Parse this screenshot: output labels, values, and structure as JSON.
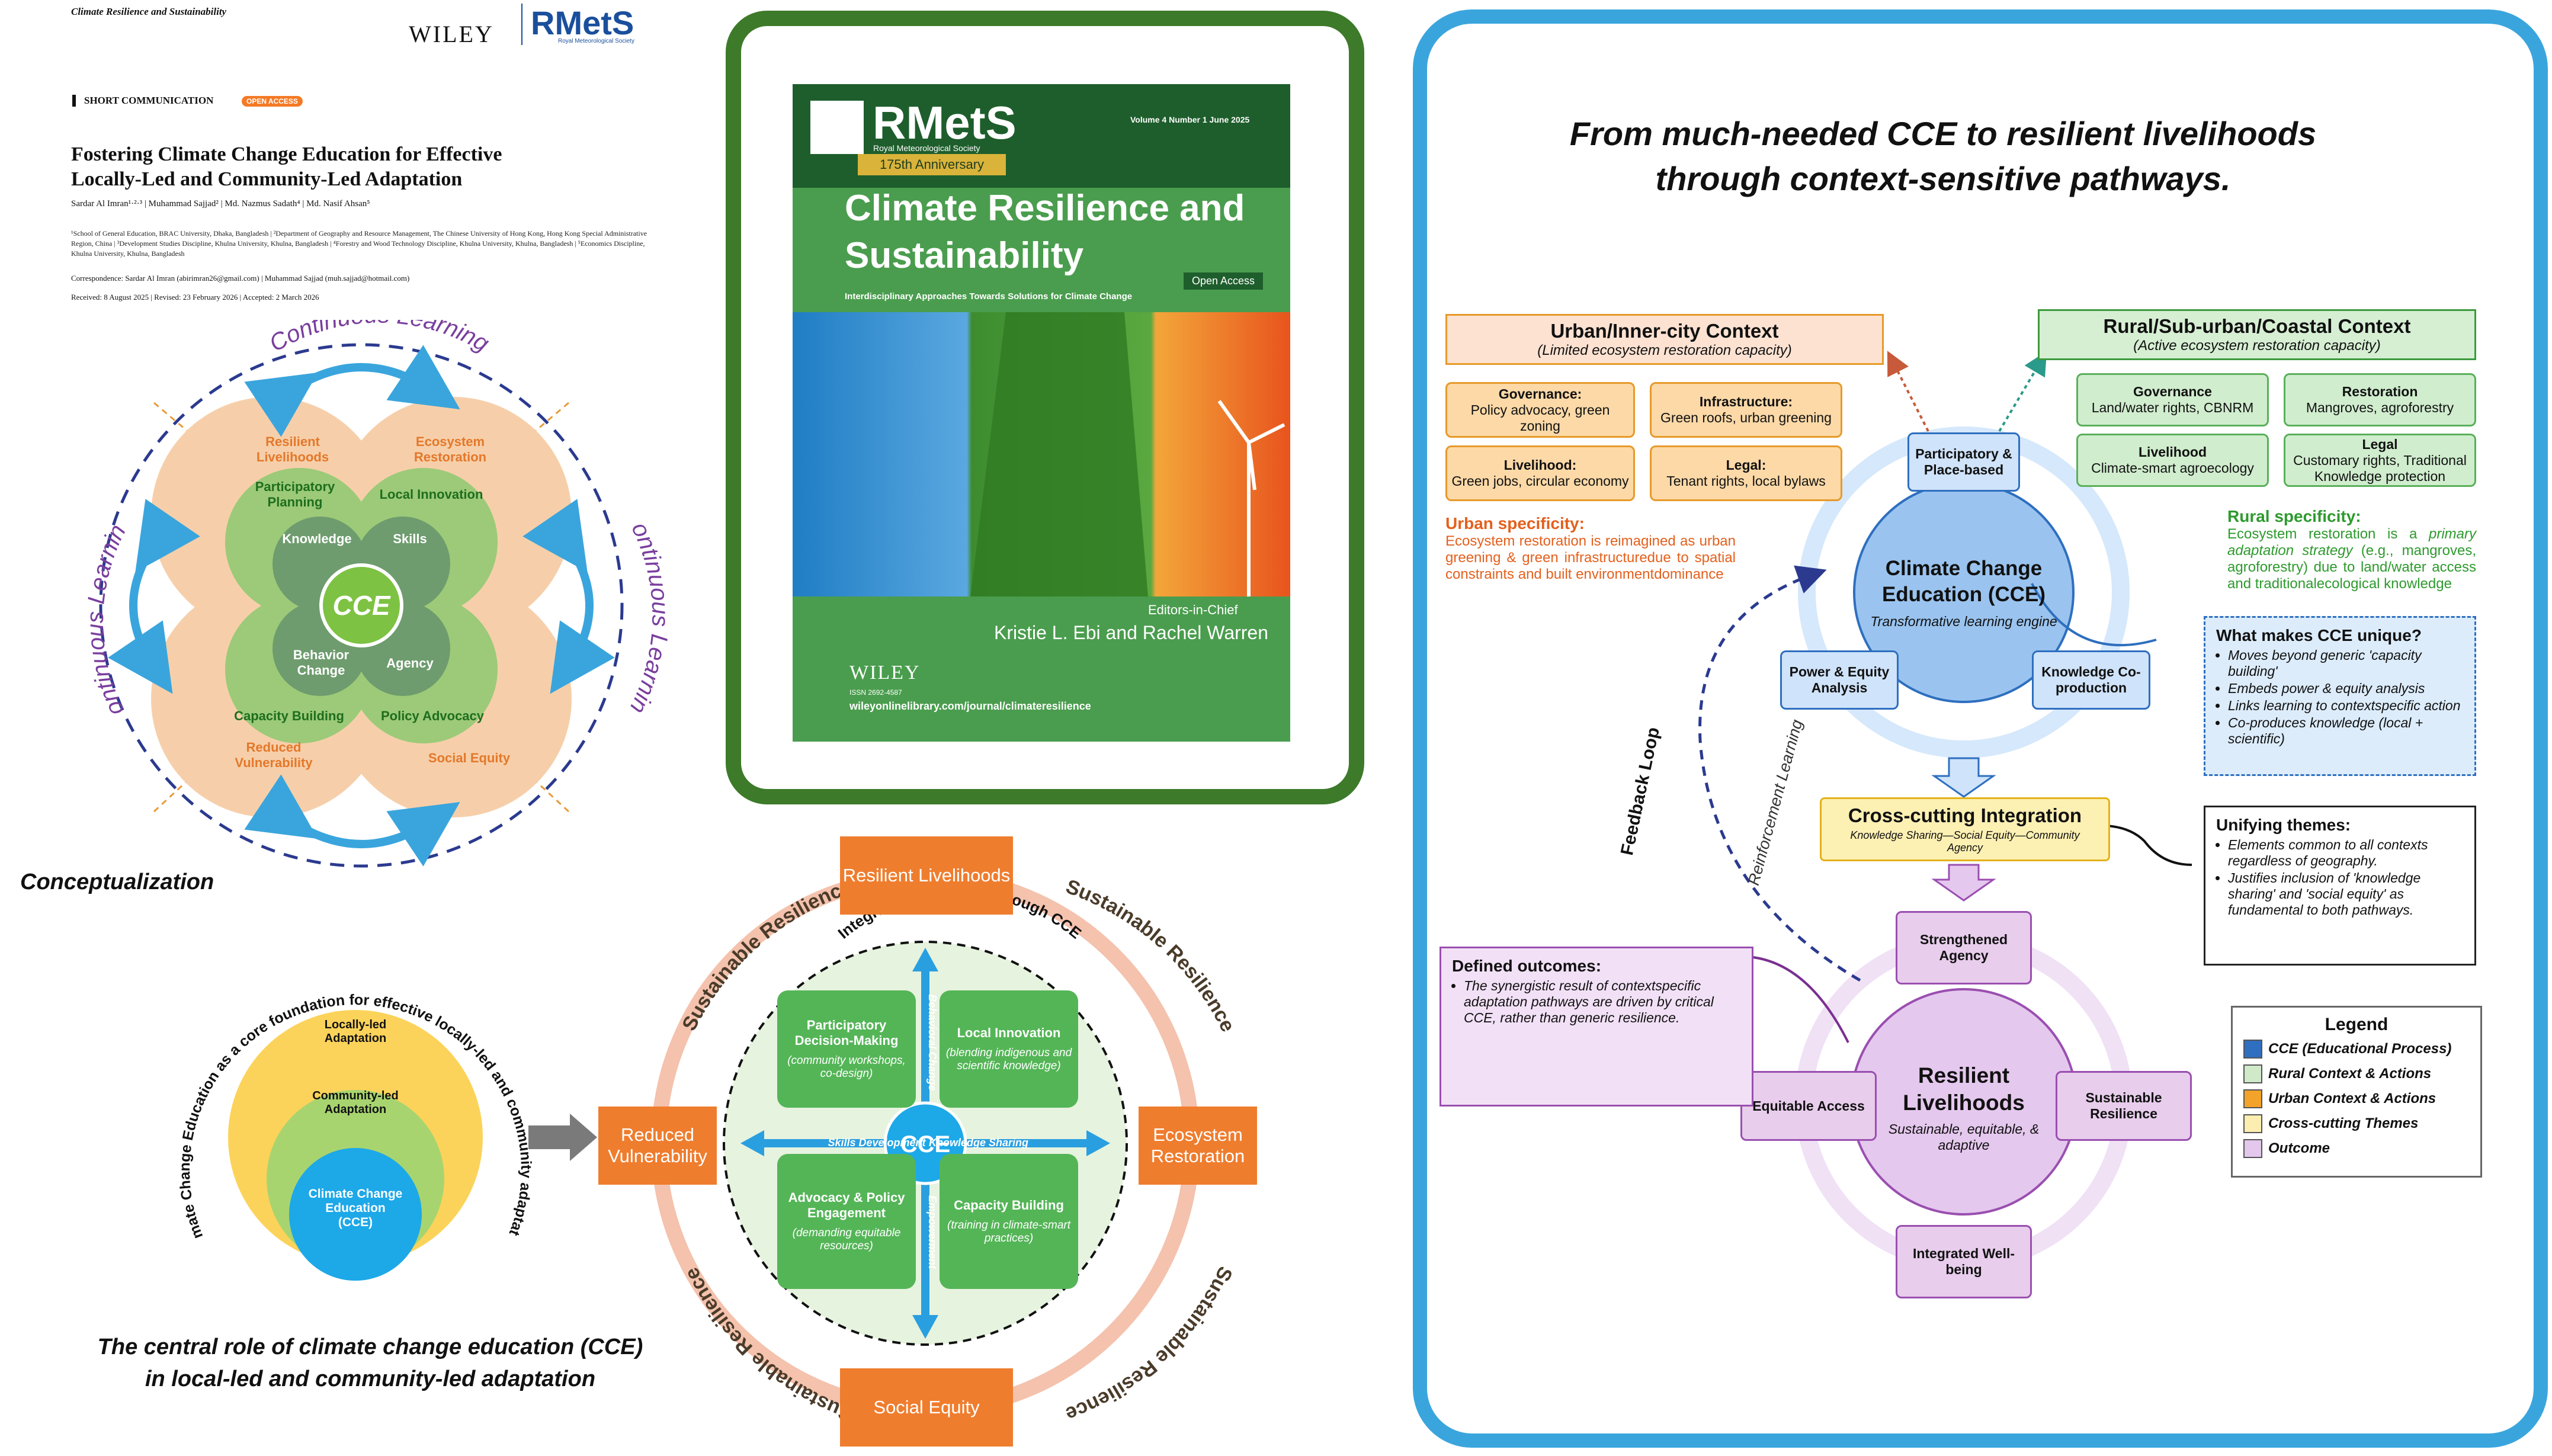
{
  "paper": {
    "journal": "Climate Resilience and Sustainability",
    "publisher": "WILEY",
    "society": "RMetS",
    "society_full": "Royal Meteorological Society",
    "section": "SHORT COMMUNICATION",
    "access": "OPEN ACCESS",
    "title_line1": "Fostering Climate Change Education for Effective",
    "title_line2": "Locally-Led and Community-Led Adaptation",
    "authors": "Sardar Al Imran¹·²·³  |  Muhammad Sajjad²  |  Md. Nazmus Sadath⁴  |  Md. Nasif Ahsan⁵",
    "affiliations": "¹School of General Education, BRAC University, Dhaka, Bangladesh | ²Department of Geography and Resource Management, The Chinese University of Hong Kong, Hong Kong Special Administrative Region, China | ³Development Studies Discipline, Khulna University, Khulna, Bangladesh | ⁴Forestry and Wood Technology Discipline, Khulna University, Khulna, Bangladesh | ⁵Economics Discipline, Khulna University, Khulna, Bangladesh",
    "correspondence": "Correspondence: Sardar Al Imran (abirimran26@gmail.com) | Muhammad Sajjad (muh.sajjad@hotmail.com)",
    "dates": "Received: 8 August 2025  |  Revised: 23 February 2026  |  Accepted: 2 March 2026"
  },
  "clover": {
    "outer_label": "Continuous Learning",
    "center": "CCE",
    "inner": [
      "Knowledge",
      "Skills",
      "Behavior Change",
      "Agency"
    ],
    "middle": [
      "Participatory Planning",
      "Local Innovation",
      "Capacity Building",
      "Policy Advocacy"
    ],
    "outer": [
      "Resilient Livelihoods",
      "Ecosystem Restoration",
      "Reduced Vulnerability",
      "Social Equity"
    ],
    "caption": "Conceptualization"
  },
  "nested": {
    "arc_text": "Climate Change Education as a core foundation for effective locally-led and community adaptation",
    "outer": "Locally-led Adaptation",
    "middle": "Community-led Adaptation",
    "inner": "Climate Change Education (CCE)",
    "caption": "The central role of climate change education (CCE) in local-led and community-led adaptation"
  },
  "cover": {
    "logo": "RMetS",
    "logo_sub": "Royal Meteorological Society",
    "anniversary": "175th Anniversary",
    "volume": "Volume 4   Number 1   June 2025",
    "title": "Climate Resilience and Sustainability",
    "open_access": "Open Access",
    "tagline": "Interdisciplinary Approaches Towards Solutions for Climate Change",
    "editors_label": "Editors-in-Chief",
    "editors": "Kristie L. Ebi and Rachel Warren",
    "publisher": "WILEY",
    "issn": "ISSN 2692-4587",
    "url": "wileyonlinelibrary.com/journal/climateresilience"
  },
  "wheel": {
    "top": "Resilient Livelihoods",
    "left": "Reduced Vulnerability",
    "right": "Ecosystem Restoration",
    "bottom": "Social Equity",
    "ring": "Sustainable Resilience",
    "inner_ring": "Integrating LLA/CLA Through CCE",
    "center": "CCE",
    "quads": [
      {
        "title": "Participatory Decision-Making",
        "sub": "(community workshops, co-design)"
      },
      {
        "title": "Local Innovation",
        "sub": "(blending indigenous and scientific knowledge)"
      },
      {
        "title": "Advocacy & Policy Engagement",
        "sub": "(demanding equitable resources)"
      },
      {
        "title": "Capacity Building",
        "sub": "(training in climate-smart practices)"
      }
    ],
    "axis": {
      "up": "Behavioral Change",
      "left": "Skills Development",
      "right": "Knowledge Sharing",
      "down": "Empowerment"
    }
  },
  "framework": {
    "title_line1": "From much-needed CCE to resilient livelihoods",
    "title_line2": "through context-sensitive pathways.",
    "urban": {
      "title": "Urban/Inner-city Context",
      "subtitle": "(Limited ecosystem restoration capacity)",
      "boxes": [
        {
          "h": "Governance:",
          "t": "Policy advocacy, green zoning"
        },
        {
          "h": "Infrastructure:",
          "t": "Green roofs, urban greening"
        },
        {
          "h": "Livelihood:",
          "t": "Green jobs, circular economy"
        },
        {
          "h": "Legal:",
          "t": "Tenant rights, local bylaws"
        }
      ],
      "spec_h": "Urban specificity:",
      "spec_t": "Ecosystem restoration is reimagined as urban greening & green infrastructuredue to spatial constraints and built environmentdominance"
    },
    "rural": {
      "title": "Rural/Sub-urban/Coastal Context",
      "subtitle": "(Active ecosystem restoration capacity)",
      "boxes": [
        {
          "h": "Governance",
          "t": "Land/water rights, CBNRM"
        },
        {
          "h": "Restoration",
          "t": "Mangroves, agroforestry"
        },
        {
          "h": "Livelihood",
          "t": "Climate-smart agroecology"
        },
        {
          "h": "Legal",
          "t": "Customary rights, Traditional Knowledge protection"
        }
      ],
      "spec_h": "Rural specificity:",
      "spec_t1": "Ecosystem restoration is a ",
      "spec_em": "primary adaptation strategy",
      "spec_t2": " (e.g., mangroves, agroforestry) due to land/water access and traditionalecological knowledge"
    },
    "cce": {
      "title": "Climate Change Education (CCE)",
      "sub": "Transformative learning engine",
      "nodes": [
        "Participatory & Place-based",
        "Power & Equity Analysis",
        "Knowledge Co-production"
      ]
    },
    "unique": {
      "title": "What makes CCE unique?",
      "items": [
        "Moves beyond generic 'capacity building'",
        "Embeds power & equity analysis",
        "Links learning to contextspecific action",
        "Co-produces knowledge (local + scientific)"
      ]
    },
    "cross": {
      "title": "Cross-cutting Integration",
      "sub": "Knowledge Sharing—Social Equity—Community Agency"
    },
    "unifying": {
      "title": "Unifying themes:",
      "items": [
        "Elements common to all contexts regardless of geography.",
        "Justifies inclusion of 'knowledge sharing' and 'social equity' as fundamental to both pathways."
      ]
    },
    "outcome": {
      "title": "Resilient Livelihoods",
      "sub": "Sustainable, equitable, & adaptive",
      "nodes": [
        "Strengthened Agency",
        "Equitable Access",
        "Sustainable Resilience",
        "Integrated Well-being"
      ]
    },
    "defined": {
      "title": "Defined outcomes:",
      "text": "The synergistic result of contextspecific adaptation pathways are driven by critical CCE, rather than generic resilience."
    },
    "feedback": {
      "bold": "Feedback Loop",
      "light": "Reinforcement Learning"
    },
    "legend": {
      "title": "Legend",
      "items": [
        {
          "label": "CCE (Educational Process)",
          "color": "#2e6fbf"
        },
        {
          "label": "Rural Context & Actions",
          "color": "#cfe9c9"
        },
        {
          "label": "Urban Context & Actions",
          "color": "#f3a32a"
        },
        {
          "label": "Cross-cutting Themes",
          "color": "#fbeeb0"
        },
        {
          "label": "Outcome",
          "color": "#e3c7ec"
        }
      ]
    }
  }
}
